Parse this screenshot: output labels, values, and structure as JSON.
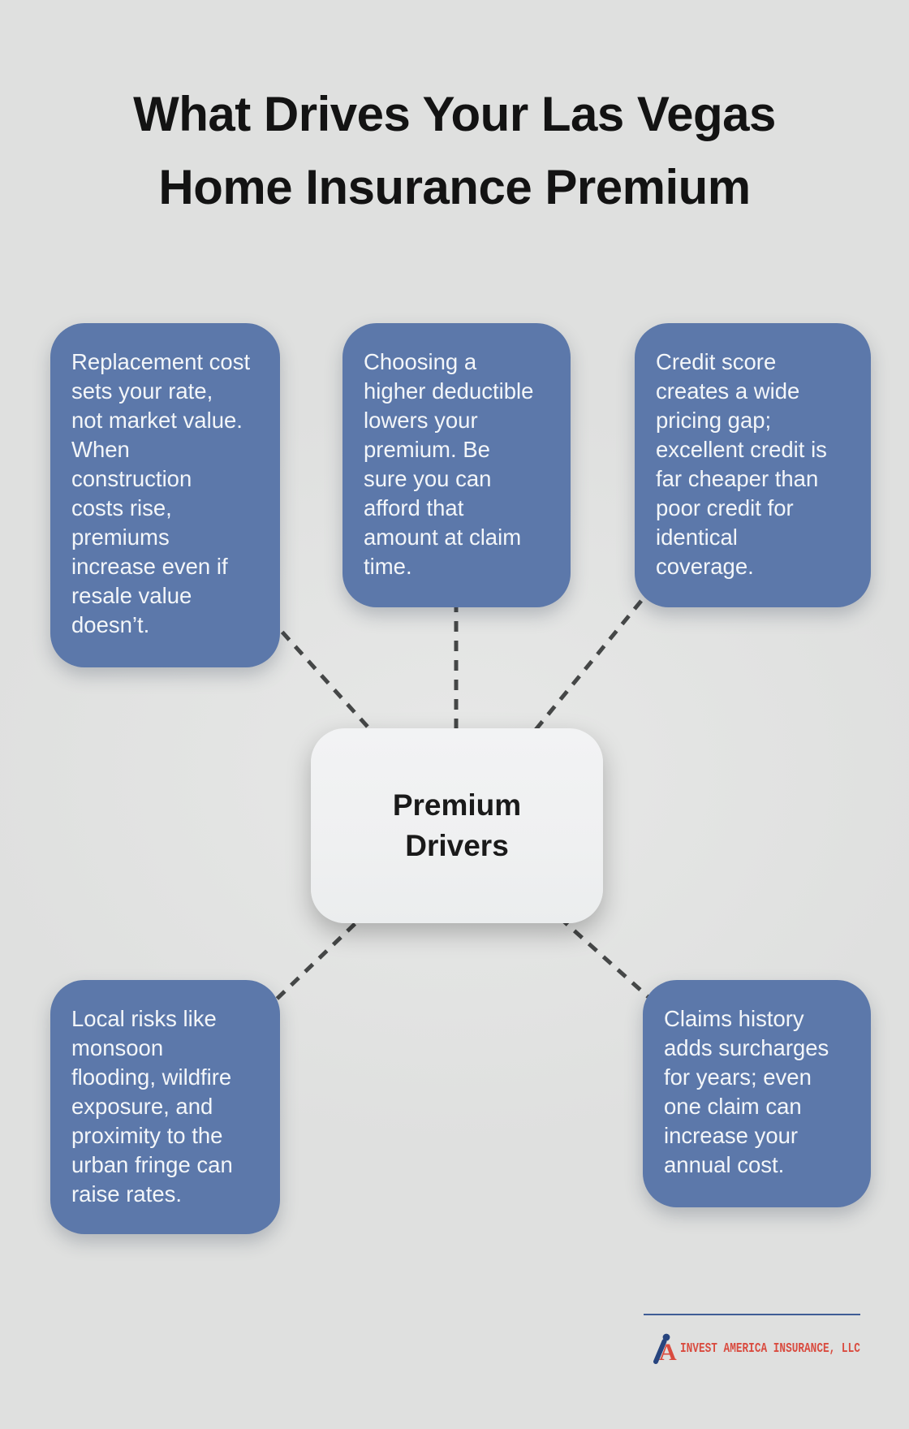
{
  "title": "What Drives Your Las Vegas\nHome Insurance Premium",
  "center": {
    "label": "Premium\nDrivers"
  },
  "factors": [
    {
      "id": "replacement-cost",
      "text": "Replacement cost\nsets your rate,\nnot market value.\nWhen\nconstruction\ncosts rise,\npremiums\nincrease even if\nresale value\ndoesn’t."
    },
    {
      "id": "deductible",
      "text": "Choosing a\nhigher deductible\nlowers your\npremium. Be\nsure you can\nafford that\namount at claim\ntime."
    },
    {
      "id": "credit-score",
      "text": "Credit score\ncreates a wide\npricing gap;\nexcellent credit is\nfar cheaper than\npoor credit for\nidentical\ncoverage."
    },
    {
      "id": "local-risks",
      "text": "Local risks like\nmonsoon\nflooding, wildfire\nexposure, and\nproximity to the\nurban fringe can\nraise rates."
    },
    {
      "id": "claims-history",
      "text": "Claims history\nadds surcharges\nfor years; even\none claim can\nincrease your\nannual cost."
    }
  ],
  "footer": {
    "brand": "INVEST AMERICA INSURANCE, LLC"
  },
  "colors": {
    "accent": "#5c78aa",
    "bg": "#dfe0df",
    "node_bg": "#eff0f1",
    "dash": "#454747",
    "box_text": "#f3f6f9",
    "title_color": "#131313",
    "brand_red": "#d94b3f",
    "brand_navy": "#27447e"
  }
}
